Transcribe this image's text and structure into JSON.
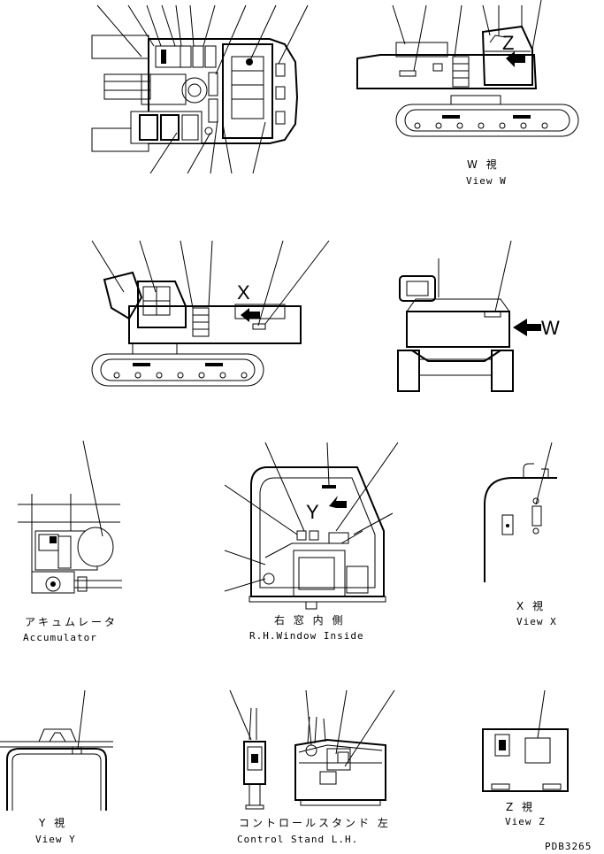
{
  "drawing": {
    "code": "PDB3265",
    "views": {
      "view_w": {
        "title_jp": "W 視",
        "title_en": "View W"
      },
      "arrow_w": {
        "letter": "W"
      },
      "marker_x": {
        "letter": "X"
      },
      "marker_z": {
        "letter": "Z"
      },
      "marker_y": {
        "letter": "Y"
      },
      "accumulator": {
        "title_jp": "アキュムレータ",
        "title_en": "Accumulator"
      },
      "window": {
        "title_jp": "右 窓 内 側",
        "title_en": "R.H.Window Inside"
      },
      "view_x": {
        "title_jp": "X 視",
        "title_en": "View X"
      },
      "view_y": {
        "title_jp": "Y 視",
        "title_en": "View Y"
      },
      "control_stand": {
        "title_jp": "コントロールスタンド 左",
        "title_en": "Control Stand L.H."
      },
      "view_z": {
        "title_jp": "Z 視",
        "title_en": "View Z"
      }
    }
  }
}
